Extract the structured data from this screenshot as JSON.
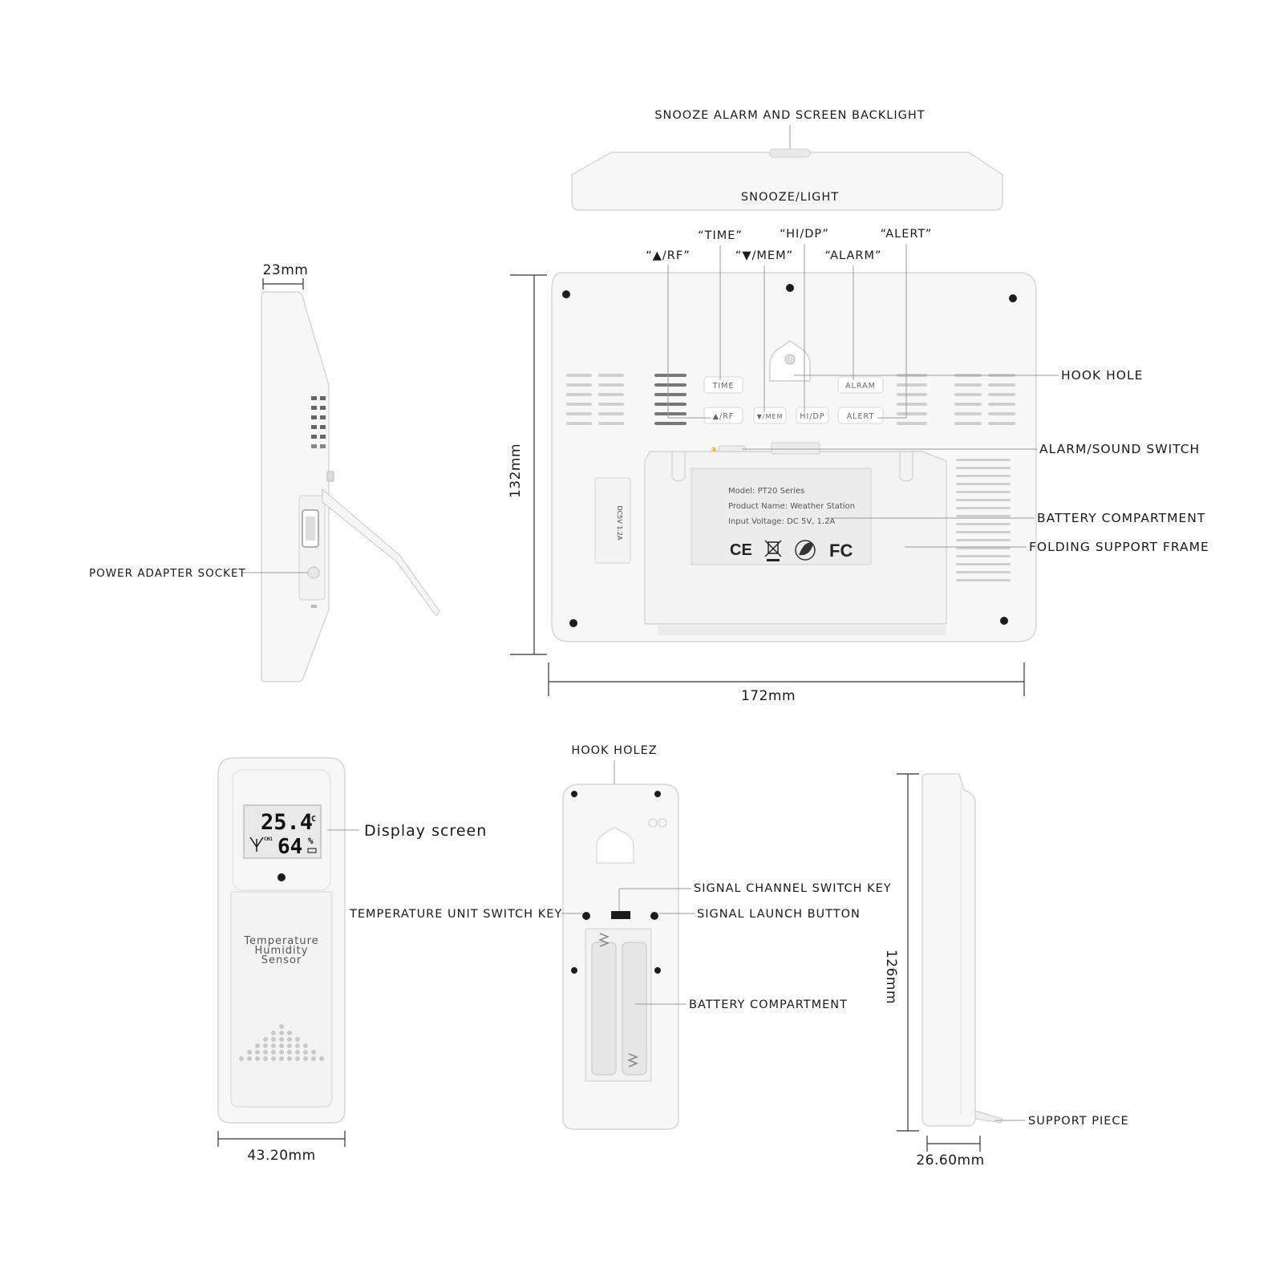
{
  "top_view": {
    "title": "SNOOZE ALARM AND SCREEN BACKLIGHT",
    "button_label": "SNOOZE/LIGHT"
  },
  "back_view": {
    "key_labels": {
      "up_rf": "“▲/RF”",
      "time": "“TIME”",
      "down_mem": "“▼/MEM”",
      "hi_dp": "“HI/DP”",
      "alarm": "“ALARM”",
      "alert": "“ALERT”"
    },
    "buttons": {
      "time": "TIME",
      "up_rf": "▲/RF",
      "down_mem": "▼/MEM",
      "hi_dp": "HI/DP",
      "alram": "ALRAM",
      "alert": "ALERT"
    },
    "callouts": {
      "hook_hole": "HOOK HOLE",
      "alarm_sound_switch": "ALARM/SOUND SWITCH",
      "battery_compartment": "BATTERY COMPARTMENT",
      "folding_support_frame": "FOLDING SUPPORT FRAME"
    },
    "nameplate": {
      "model": "Model: PT20 Series",
      "product_name": "Product Name: Weather Station",
      "input_voltage": "Input Voltage: DC 5V, 1.2A",
      "marks": [
        "CE",
        "FC"
      ]
    },
    "socket_text": "DC5V 1.2A",
    "height_dim": "132mm",
    "width_dim": "172mm"
  },
  "side_view": {
    "depth_dim": "23mm",
    "power_socket": "POWER ADAPTER SOCKET"
  },
  "sensor_front": {
    "temperature": "25.4",
    "temp_unit": "°C",
    "humidity": "64",
    "humidity_unit": "%",
    "channel": "CH1",
    "label_line1": "Temperature",
    "label_line2": "Humidity",
    "label_line3": "Sensor",
    "display_screen_label": "Display screen",
    "width_dim": "43.20mm"
  },
  "sensor_back": {
    "hook_hole": "HOOK HOLEZ",
    "signal_channel_key": "SIGNAL CHANNEL SWITCH KEY",
    "temp_unit_key": "TEMPERATURE UNIT SWITCH KEY",
    "signal_launch": "SIGNAL LAUNCH BUTTON",
    "battery_compartment": "BATTERY COMPARTMENT"
  },
  "sensor_side": {
    "height_dim": "126mm",
    "depth_dim": "26.60mm",
    "support_piece": "SUPPORT PIECE"
  }
}
